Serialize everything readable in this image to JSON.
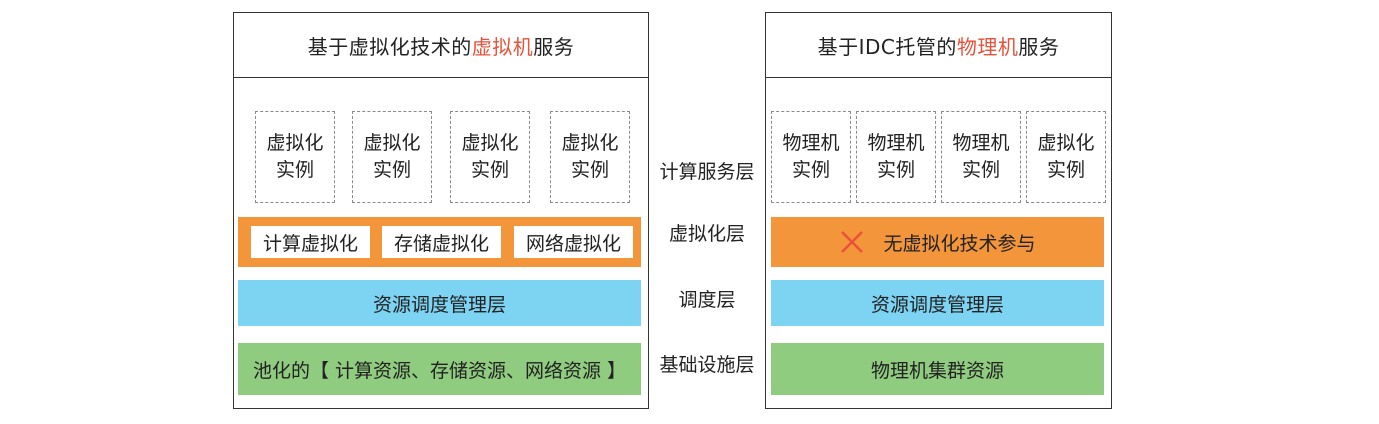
{
  "left": {
    "title_prefix": "基于虚拟化技术的",
    "title_accent": "虚拟机",
    "title_suffix": "服务",
    "instances": [
      {
        "line1": "虚拟化",
        "line2": "实例"
      },
      {
        "line1": "虚拟化",
        "line2": "实例"
      },
      {
        "line1": "虚拟化",
        "line2": "实例"
      },
      {
        "line1": "虚拟化",
        "line2": "实例"
      }
    ],
    "virtualization_chips": [
      "计算虚拟化",
      "存储虚拟化",
      "网络虚拟化"
    ],
    "scheduling": "资源调度管理层",
    "infrastructure": "池化的【 计算资源、存储资源、网络资源 】"
  },
  "right": {
    "title_prefix": "基于IDC托管的",
    "title_accent": "物理机",
    "title_suffix": "服务",
    "instances": [
      {
        "line1": "物理机",
        "line2": "实例"
      },
      {
        "line1": "物理机",
        "line2": "实例"
      },
      {
        "line1": "物理机",
        "line2": "实例"
      },
      {
        "line1": "虚拟化",
        "line2": "实例"
      }
    ],
    "virtualization": "无虚拟化技术参与",
    "virtualization_icon": "x-mark-icon",
    "scheduling": "资源调度管理层",
    "infrastructure": "物理机集群资源"
  },
  "layers": {
    "compute": "计算服务层",
    "virtualization": "虚拟化层",
    "scheduling": "调度层",
    "infrastructure": "基础设施层"
  },
  "colors": {
    "accent": "#e8513a",
    "orange": "#f3963b",
    "blue": "#7cd3f2",
    "green": "#8fcc7f"
  }
}
